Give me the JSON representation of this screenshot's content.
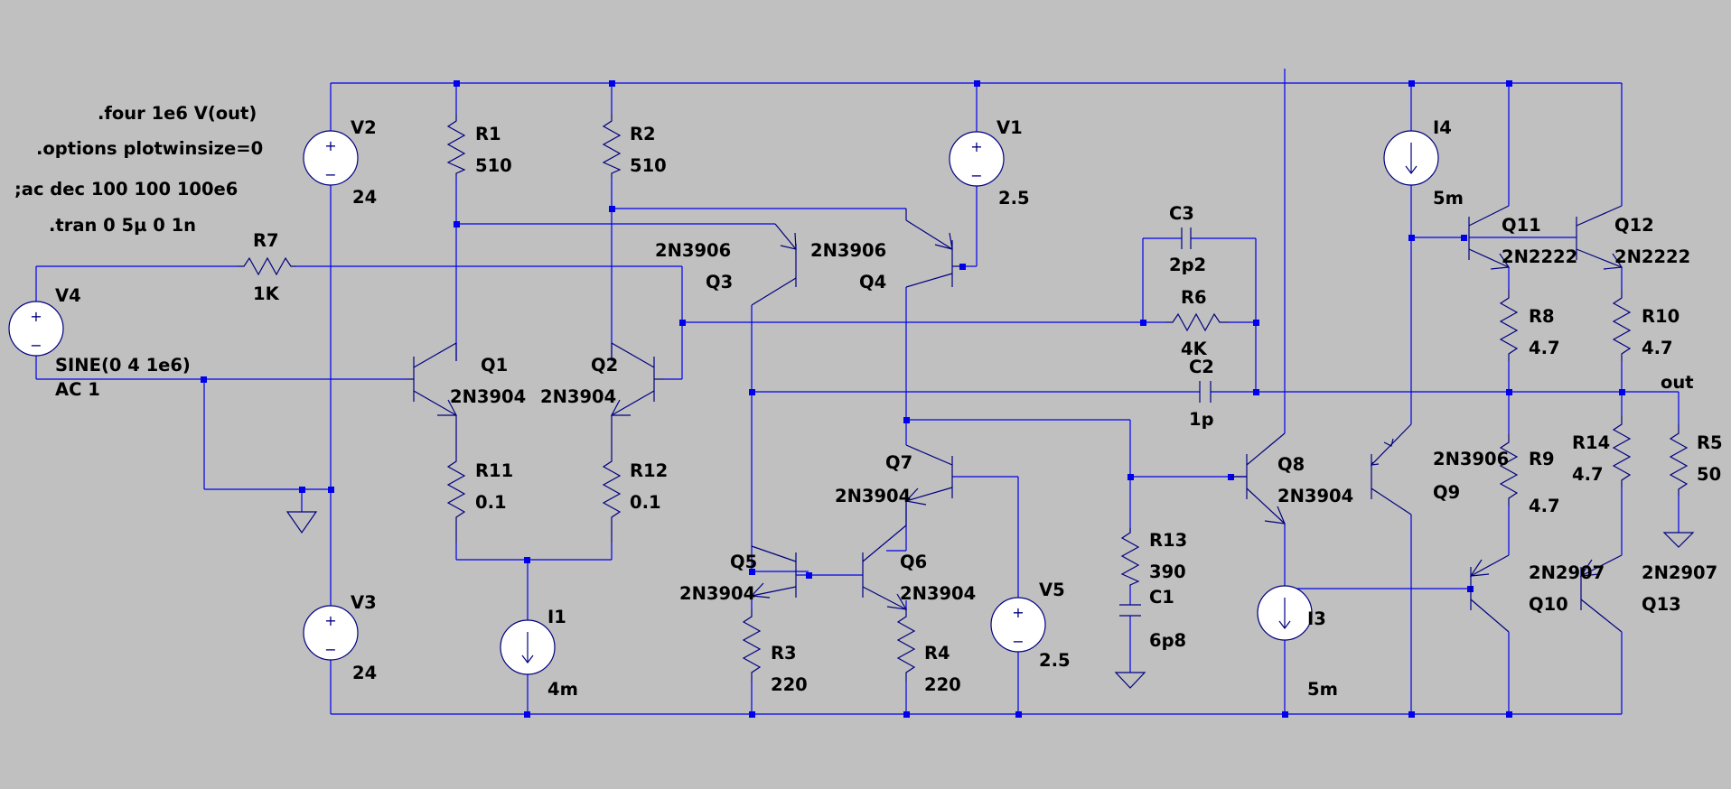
{
  "directives": {
    "four": ".four 1e6 V(out)",
    "options": ".options plotwinsize=0",
    "ac": ";ac dec 100 100 100e6",
    "tran": ".tran 0 5µ 0 1n"
  },
  "sources": {
    "V1": {
      "name": "V1",
      "value": "2.5"
    },
    "V2": {
      "name": "V2",
      "value": "24"
    },
    "V3": {
      "name": "V3",
      "value": "24"
    },
    "V4": {
      "name": "V4",
      "value": "SINE(0 4 1e6)",
      "value2": "AC 1"
    },
    "V5": {
      "name": "V5",
      "value": "2.5"
    },
    "I1": {
      "name": "I1",
      "value": "4m"
    },
    "I3": {
      "name": "I3",
      "value": "5m"
    },
    "I4": {
      "name": "I4",
      "value": "5m"
    }
  },
  "resistors": {
    "R1": {
      "name": "R1",
      "value": "510"
    },
    "R2": {
      "name": "R2",
      "value": "510"
    },
    "R3": {
      "name": "R3",
      "value": "220"
    },
    "R4": {
      "name": "R4",
      "value": "220"
    },
    "R5": {
      "name": "R5",
      "value": "50"
    },
    "R6": {
      "name": "R6",
      "value": "4K"
    },
    "R7": {
      "name": "R7",
      "value": "1K"
    },
    "R8": {
      "name": "R8",
      "value": "4.7"
    },
    "R9": {
      "name": "R9",
      "value": "4.7"
    },
    "R10": {
      "name": "R10",
      "value": "4.7"
    },
    "R11": {
      "name": "R11",
      "value": "0.1"
    },
    "R12": {
      "name": "R12",
      "value": "0.1"
    },
    "R13": {
      "name": "R13",
      "value": "390"
    },
    "R14": {
      "name": "R14",
      "value": "4.7"
    }
  },
  "capacitors": {
    "C1": {
      "name": "C1",
      "value": "6p8"
    },
    "C2": {
      "name": "C2",
      "value": "1p"
    },
    "C3": {
      "name": "C3",
      "value": "2p2"
    }
  },
  "transistors": {
    "Q1": {
      "name": "Q1",
      "model": "2N3904"
    },
    "Q2": {
      "name": "Q2",
      "model": "2N3904"
    },
    "Q3": {
      "name": "Q3",
      "model": "2N3906"
    },
    "Q4": {
      "name": "Q4",
      "model": "2N3906"
    },
    "Q5": {
      "name": "Q5",
      "model": "2N3904"
    },
    "Q6": {
      "name": "Q6",
      "model": "2N3904"
    },
    "Q7": {
      "name": "Q7",
      "model": "2N3904"
    },
    "Q8": {
      "name": "Q8",
      "model": "2N3904"
    },
    "Q9": {
      "name": "Q9",
      "model": "2N3906"
    },
    "Q10": {
      "name": "Q10",
      "model": "2N2907"
    },
    "Q11": {
      "name": "Q11",
      "model": "2N2222"
    },
    "Q12": {
      "name": "Q12",
      "model": "2N2222"
    },
    "Q13": {
      "name": "Q13",
      "model": "2N2907"
    }
  },
  "nets": {
    "out": "out"
  },
  "symbols": {
    "plus": "+",
    "minus": "−"
  },
  "colors": {
    "background": "#c0c0c0",
    "wire": "#0000ee",
    "symbol": "#000080",
    "text": "#000000"
  }
}
